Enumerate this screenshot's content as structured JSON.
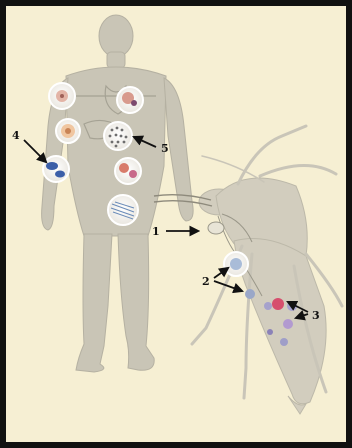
{
  "colors": {
    "page_background": "#f6efd3",
    "frame": "#111111",
    "body_silhouette": "#c9c5b6",
    "mosquito_silhouette": "#cfcbbd",
    "arrow": "#111111"
  },
  "callouts": [
    {
      "id": "1",
      "text": "1"
    },
    {
      "id": "2",
      "text": "2"
    },
    {
      "id": "3",
      "text": "3"
    },
    {
      "id": "4",
      "text": "4"
    },
    {
      "id": "5",
      "text": "5"
    }
  ]
}
